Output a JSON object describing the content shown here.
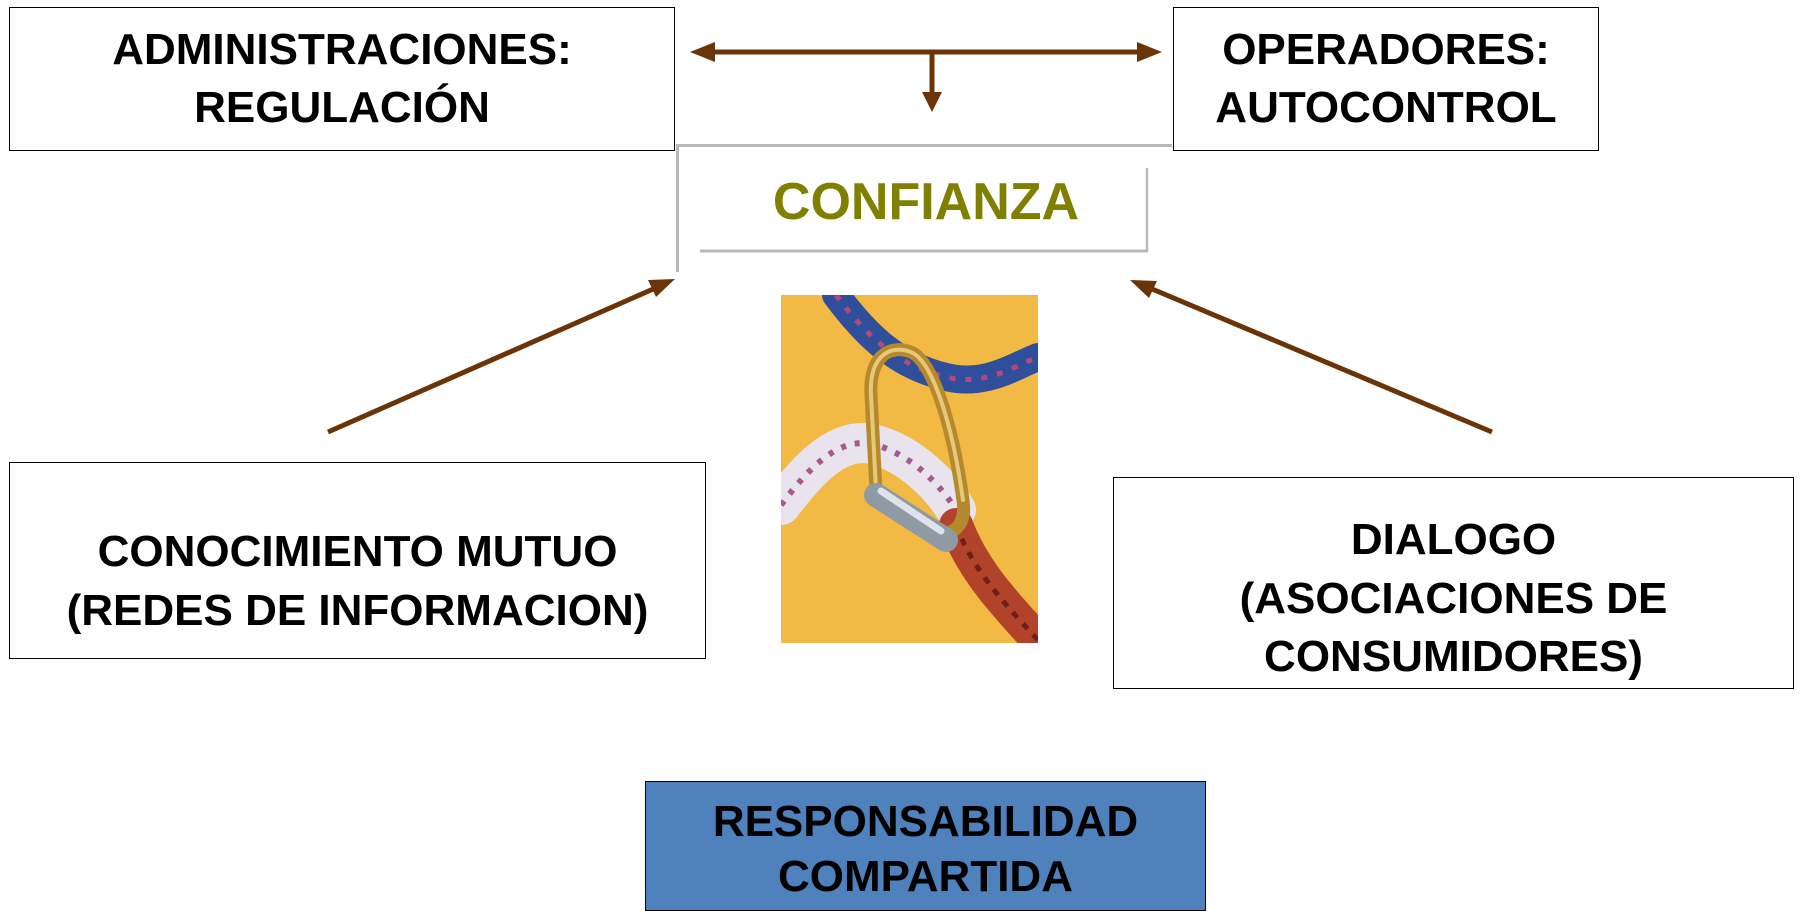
{
  "diagram": {
    "administraciones": {
      "line1": "ADMINISTRACIONES:",
      "line2": "REGULACIÓN"
    },
    "operadores": {
      "line1": "OPERADORES:",
      "line2": "AUTOCONTROL"
    },
    "confianza": "CONFIANZA",
    "conocimiento": {
      "line1": "CONOCIMIENTO MUTUO",
      "line2": "(REDES DE INFORMACION)"
    },
    "dialogo": {
      "line1": "DIALOGO",
      "line2": "(ASOCIACIONES DE",
      "line3": "CONSUMIDORES)"
    },
    "responsabilidad": {
      "line1": "RESPONSABILIDAD",
      "line2": "COMPARTIDA"
    }
  },
  "colors": {
    "arrow": "#6b3408",
    "confianza_text": "#808000",
    "responsabilidad_fill": "#4f81bd",
    "photo_background": "#f6c04a"
  },
  "photo": {
    "subject": "carabiner-linking-two-climbing-ropes"
  }
}
